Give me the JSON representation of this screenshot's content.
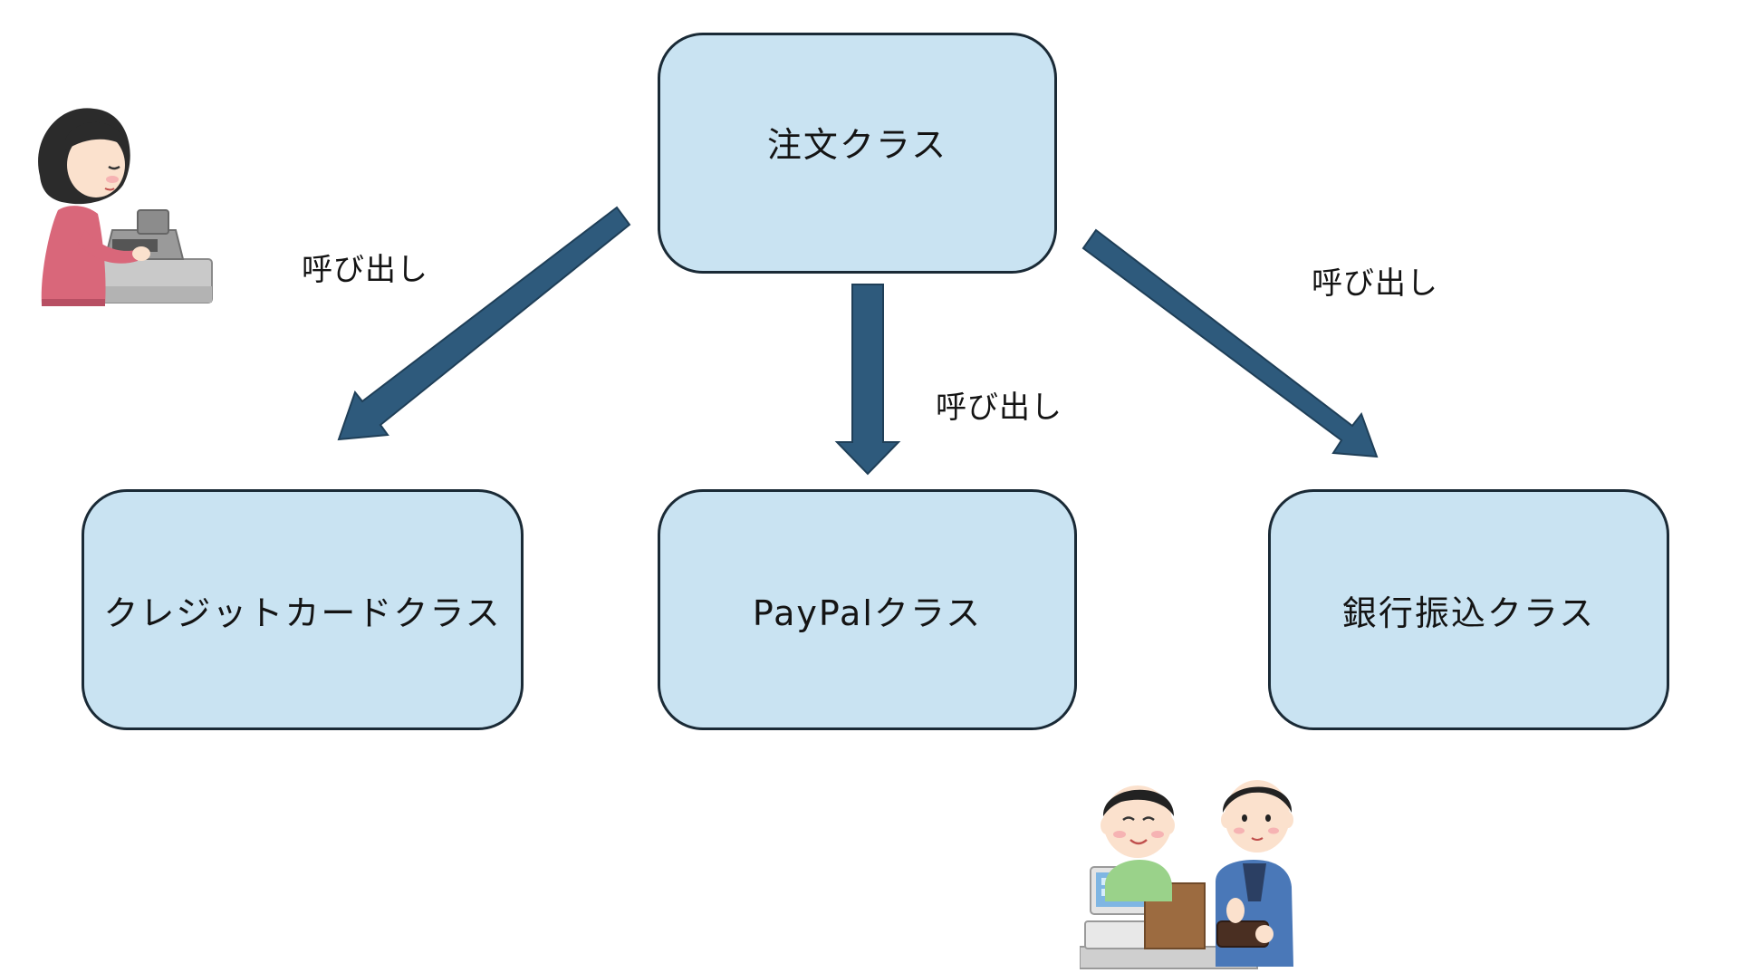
{
  "diagram": {
    "nodes": {
      "order": "注文クラス",
      "credit_card": "クレジットカードクラス",
      "paypal": "PayPalクラス",
      "bank_transfer": "銀行振込クラス"
    },
    "edges": [
      {
        "from": "order",
        "to": "credit_card",
        "label": "呼び出し"
      },
      {
        "from": "order",
        "to": "paypal",
        "label": "呼び出し"
      },
      {
        "from": "order",
        "to": "bank_transfer",
        "label": "呼び出し"
      }
    ],
    "colors": {
      "node_fill": "#c9e3f2",
      "node_border": "#1a2a36",
      "arrow": "#2e5a7c",
      "arrow_outline": "#1f3f58"
    },
    "illustrations": {
      "top_left": "cashier-woman-register-illustration",
      "bottom_right": "shop-checkout-customer-wallet-illustration"
    }
  }
}
